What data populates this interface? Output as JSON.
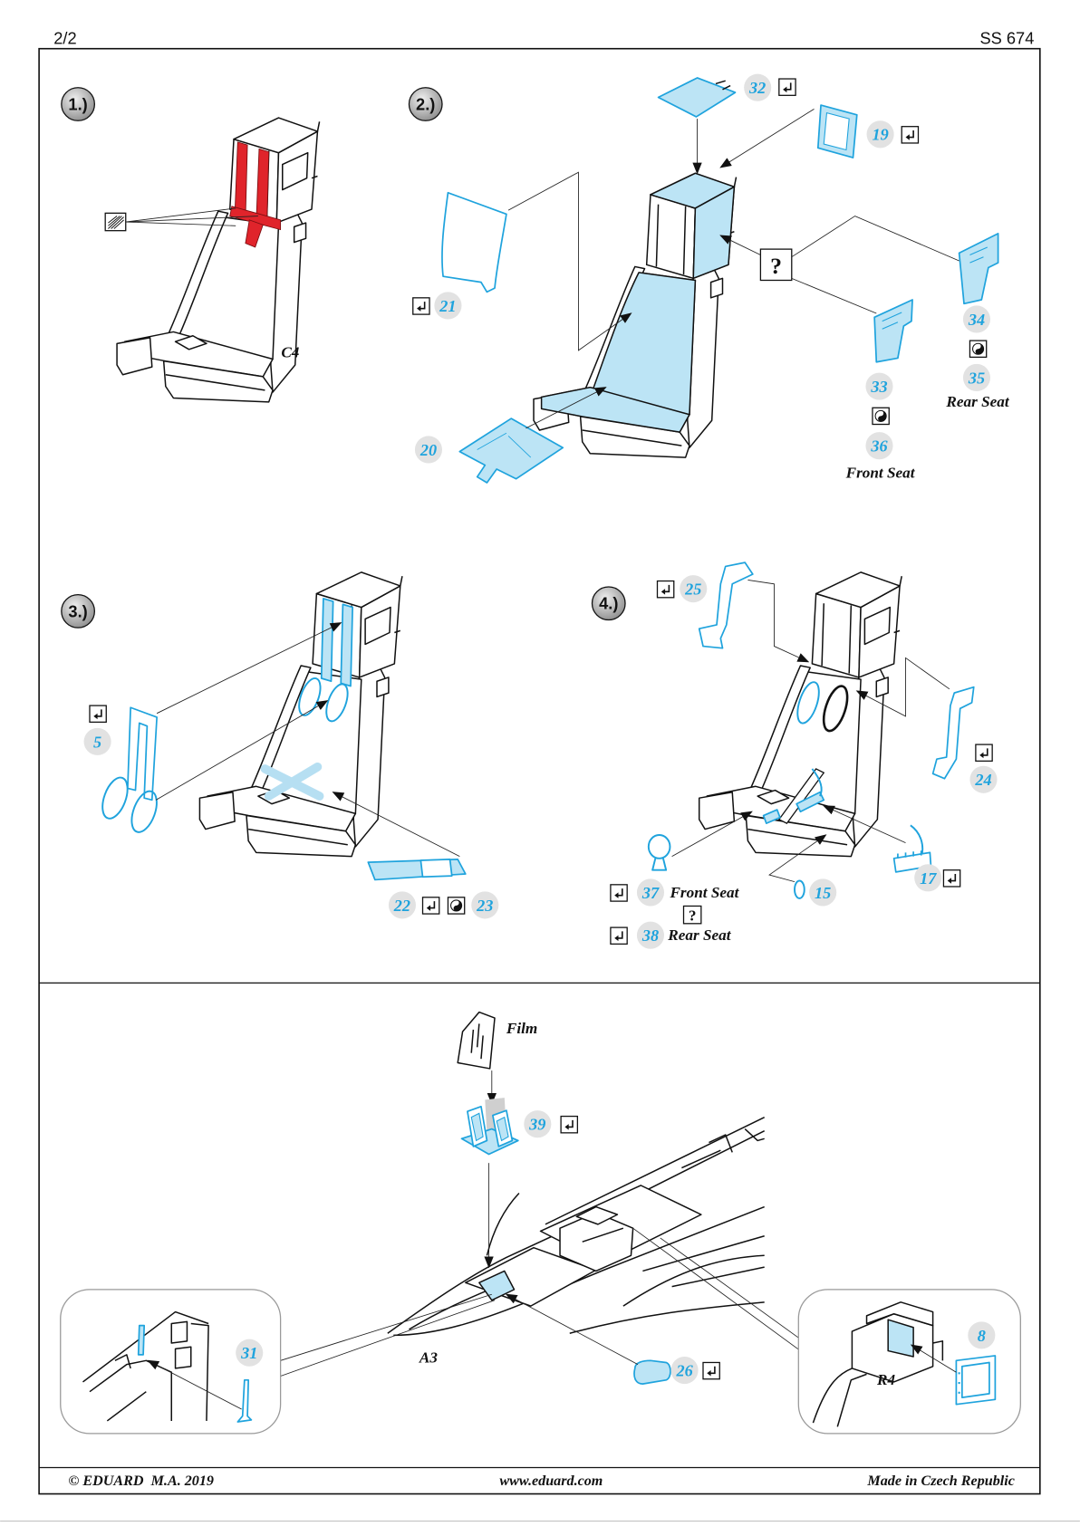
{
  "header": {
    "page": "2/2",
    "code": "SS 674"
  },
  "steps": {
    "s1": "1.)",
    "s2": "2.)",
    "s3": "3.)",
    "s4": "4.)"
  },
  "step1": {
    "view_label": "C4"
  },
  "step2": {
    "parts": {
      "p32": "32",
      "p19": "19",
      "p21": "21",
      "p20": "20",
      "p34": "34",
      "p35": "35",
      "p33": "33",
      "p36": "36"
    },
    "choice_mark": "?",
    "rear_seat": "Rear Seat",
    "front_seat": "Front Seat"
  },
  "step3": {
    "parts": {
      "p5": "5",
      "p22": "22",
      "p23": "23"
    }
  },
  "step4": {
    "parts": {
      "p25": "25",
      "p24": "24",
      "p17": "17",
      "p15": "15",
      "p37": "37",
      "p38": "38"
    },
    "front_seat": "Front Seat",
    "rear_seat": "Rear Seat",
    "choice_mark": "?"
  },
  "step5": {
    "parts": {
      "p39": "39",
      "p31": "31",
      "p26": "26",
      "p8": "8"
    },
    "film": "Film",
    "view_a3": "A3",
    "view_r4": "R4"
  },
  "footer": {
    "copyright": "© EDUARD  M.A. 2019",
    "website": "www.eduard.com",
    "origin": "Made in Czech Republic"
  },
  "icons": {
    "bend": "bend-icon",
    "paint_option": "yin-yang-icon",
    "remove": "hatch-icon",
    "choice": "question-icon"
  },
  "colors": {
    "part_blue": "#1fa3dd",
    "part_fill": "#bce4f5",
    "strap_red": "#e0242b",
    "label_bg": "#e2e2e2"
  }
}
